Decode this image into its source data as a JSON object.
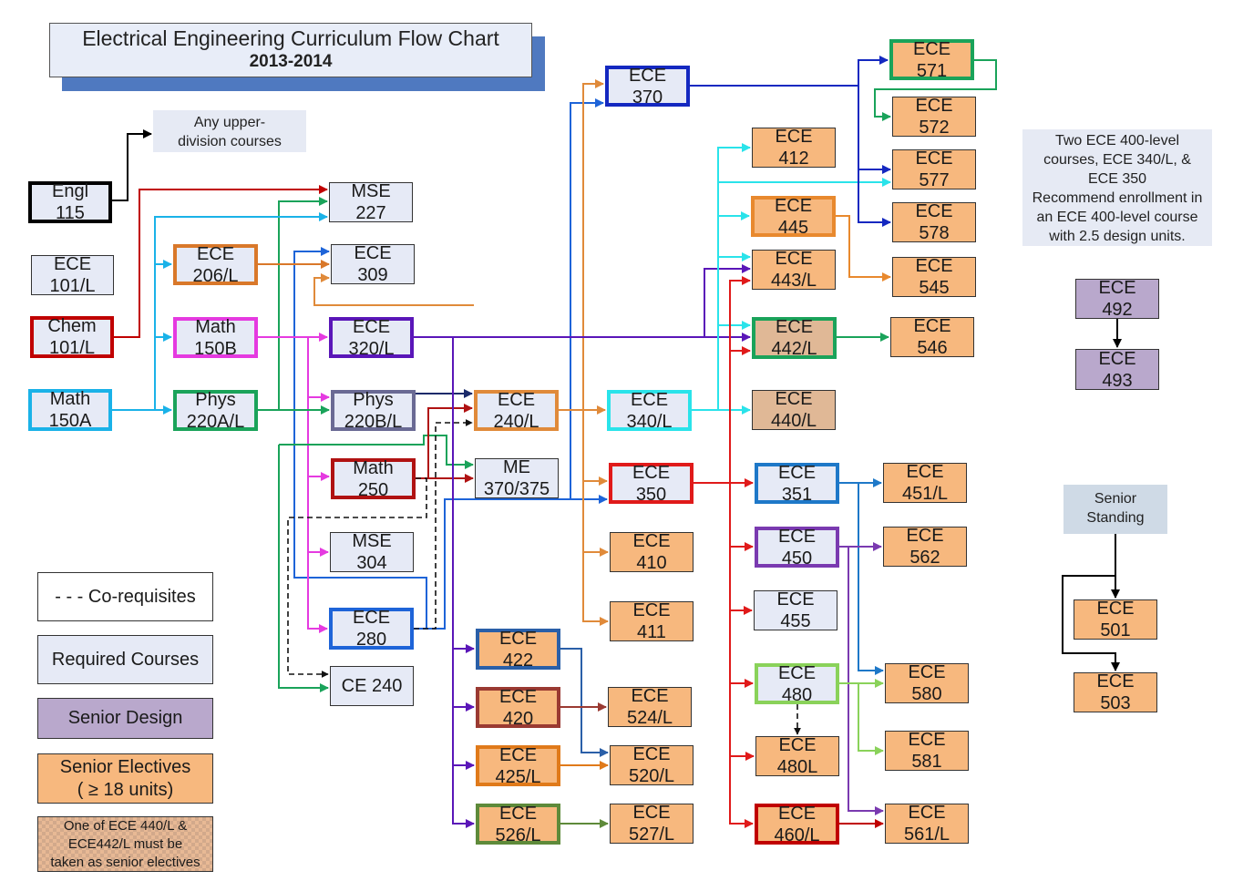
{
  "title": {
    "main": "Electrical Engineering Curriculum Flow Chart",
    "sub": "2013-2014",
    "shadow_color": "#4f79c0"
  },
  "notes": {
    "upper_division": "Any upper-division courses",
    "senior_design_prereq": [
      "Two ECE 400-level",
      "courses, ECE 340/L, &",
      "ECE 350",
      "Recommend enrollment in",
      "an ECE 400-level course",
      "with 2.5 design units."
    ],
    "senior_standing": [
      "Senior",
      "Standing"
    ]
  },
  "legend": {
    "corequisites": "- - - Co-requisites",
    "required": "Required Courses",
    "senior_design": "Senior Design",
    "senior_electives": [
      "Senior Electives",
      "( ≥ 18 units)"
    ],
    "special": [
      "One of ECE 440/L &",
      "ECE442/L must be",
      "taken as senior electives"
    ]
  },
  "colors": {
    "required_fill": "#e6eaf6",
    "elective_fill": "#f7b87e",
    "special_fill": "#e0b896",
    "design_fill": "#b9a8cc",
    "note_fill": "#e6eaf4",
    "standing_fill": "#cfdae6"
  },
  "courses": [
    {
      "id": "engl115",
      "l1": "Engl",
      "l2": "115",
      "type": "req",
      "border": "#000000"
    },
    {
      "id": "ece101",
      "l1": "ECE",
      "l2": "101/L",
      "type": "req",
      "border": "#333333"
    },
    {
      "id": "chem101",
      "l1": "Chem",
      "l2": "101/L",
      "type": "req",
      "border": "#c00000"
    },
    {
      "id": "math150a",
      "l1": "Math",
      "l2": "150A",
      "type": "req",
      "border": "#1ab2e8"
    },
    {
      "id": "ece206",
      "l1": "ECE",
      "l2": "206/L",
      "type": "req",
      "border": "#d9782a"
    },
    {
      "id": "math150b",
      "l1": "Math",
      "l2": "150B",
      "type": "req",
      "border": "#e53ae0"
    },
    {
      "id": "phys220a",
      "l1": "Phys",
      "l2": "220A/L",
      "type": "req",
      "border": "#1aa35a"
    },
    {
      "id": "mse227",
      "l1": "MSE",
      "l2": "227",
      "type": "req",
      "border": "#333333"
    },
    {
      "id": "ece309",
      "l1": "ECE",
      "l2": "309",
      "type": "req",
      "border": "#333333"
    },
    {
      "id": "ece320",
      "l1": "ECE",
      "l2": "320/L",
      "type": "req",
      "border": "#5a16b8"
    },
    {
      "id": "phys220b",
      "l1": "Phys",
      "l2": "220B/L",
      "type": "req",
      "border": "#6a6a94"
    },
    {
      "id": "math250",
      "l1": "Math",
      "l2": "250",
      "type": "req",
      "border": "#b01212"
    },
    {
      "id": "mse304",
      "l1": "MSE",
      "l2": "304",
      "type": "req",
      "border": "#333333"
    },
    {
      "id": "ece280",
      "l1": "ECE",
      "l2": "280",
      "type": "req",
      "border": "#1e64d8"
    },
    {
      "id": "ce240",
      "l1": "CE 240",
      "l2": "",
      "type": "req",
      "border": "#333333"
    },
    {
      "id": "ece240",
      "l1": "ECE",
      "l2": "240/L",
      "type": "req",
      "border": "#e08a3a"
    },
    {
      "id": "me370",
      "l1": "ME",
      "l2": "370/375",
      "type": "req",
      "border": "#333333"
    },
    {
      "id": "ece370",
      "l1": "ECE",
      "l2": "370",
      "type": "req",
      "border": "#1428c0"
    },
    {
      "id": "ece340",
      "l1": "ECE",
      "l2": "340/L",
      "type": "req",
      "border": "#2ae3ea"
    },
    {
      "id": "ece350",
      "l1": "ECE",
      "l2": "350",
      "type": "req",
      "border": "#e01a1a"
    },
    {
      "id": "ece410",
      "l1": "ECE",
      "l2": "410",
      "type": "elec",
      "border": "#333333"
    },
    {
      "id": "ece411",
      "l1": "ECE",
      "l2": "411",
      "type": "elec",
      "border": "#333333"
    },
    {
      "id": "ece422",
      "l1": "ECE",
      "l2": "422",
      "type": "elec",
      "border": "#2a5fa8"
    },
    {
      "id": "ece420",
      "l1": "ECE",
      "l2": "420",
      "type": "elec",
      "border": "#9a3a32"
    },
    {
      "id": "ece425",
      "l1": "ECE",
      "l2": "425/L",
      "type": "elec",
      "border": "#e07a1a"
    },
    {
      "id": "ece526",
      "l1": "ECE",
      "l2": "526/L",
      "type": "elec",
      "border": "#5e8a3a"
    },
    {
      "id": "ece524",
      "l1": "ECE",
      "l2": "524/L",
      "type": "elec",
      "border": "#333333"
    },
    {
      "id": "ece520",
      "l1": "ECE",
      "l2": "520/L",
      "type": "elec",
      "border": "#333333"
    },
    {
      "id": "ece527",
      "l1": "ECE",
      "l2": "527/L",
      "type": "elec",
      "border": "#333333"
    },
    {
      "id": "ece412",
      "l1": "ECE",
      "l2": "412",
      "type": "elec",
      "border": "#333333"
    },
    {
      "id": "ece445",
      "l1": "ECE",
      "l2": "445",
      "type": "elec",
      "border": "#e8892e"
    },
    {
      "id": "ece443",
      "l1": "ECE",
      "l2": "443/L",
      "type": "elec",
      "border": "#333333"
    },
    {
      "id": "ece442",
      "l1": "ECE",
      "l2": "442/L",
      "type": "elec-sp",
      "border": "#1aa35a"
    },
    {
      "id": "ece440",
      "l1": "ECE",
      "l2": "440/L",
      "type": "elec-sp",
      "border": "#333333"
    },
    {
      "id": "ece351",
      "l1": "ECE",
      "l2": "351",
      "type": "req",
      "border": "#1e78c8"
    },
    {
      "id": "ece450",
      "l1": "ECE",
      "l2": "450",
      "type": "req",
      "border": "#7a3ab0"
    },
    {
      "id": "ece455",
      "l1": "ECE",
      "l2": "455",
      "type": "req",
      "border": "#333333"
    },
    {
      "id": "ece480",
      "l1": "ECE",
      "l2": "480",
      "type": "req",
      "border": "#8ad25a"
    },
    {
      "id": "ece480l",
      "l1": "ECE",
      "l2": "480L",
      "type": "elec",
      "border": "#333333"
    },
    {
      "id": "ece460",
      "l1": "ECE",
      "l2": "460/L",
      "type": "elec",
      "border": "#c00000"
    },
    {
      "id": "ece571",
      "l1": "ECE",
      "l2": "571",
      "type": "elec",
      "border": "#1aa35a"
    },
    {
      "id": "ece572",
      "l1": "ECE",
      "l2": "572",
      "type": "elec",
      "border": "#333333"
    },
    {
      "id": "ece577",
      "l1": "ECE",
      "l2": "577",
      "type": "elec",
      "border": "#333333"
    },
    {
      "id": "ece578",
      "l1": "ECE",
      "l2": "578",
      "type": "elec",
      "border": "#333333"
    },
    {
      "id": "ece545",
      "l1": "ECE",
      "l2": "545",
      "type": "elec",
      "border": "#333333"
    },
    {
      "id": "ece546",
      "l1": "ECE",
      "l2": "546",
      "type": "elec",
      "border": "#333333"
    },
    {
      "id": "ece451",
      "l1": "ECE",
      "l2": "451/L",
      "type": "elec",
      "border": "#333333"
    },
    {
      "id": "ece562",
      "l1": "ECE",
      "l2": "562",
      "type": "elec",
      "border": "#333333"
    },
    {
      "id": "ece580",
      "l1": "ECE",
      "l2": "580",
      "type": "elec",
      "border": "#333333"
    },
    {
      "id": "ece581",
      "l1": "ECE",
      "l2": "581",
      "type": "elec",
      "border": "#333333"
    },
    {
      "id": "ece561",
      "l1": "ECE",
      "l2": "561/L",
      "type": "elec",
      "border": "#333333"
    },
    {
      "id": "ece492",
      "l1": "ECE",
      "l2": "492",
      "type": "design",
      "border": "#333333"
    },
    {
      "id": "ece493",
      "l1": "ECE",
      "l2": "493",
      "type": "design",
      "border": "#333333"
    },
    {
      "id": "ece501",
      "l1": "ECE",
      "l2": "501",
      "type": "elec",
      "border": "#333333"
    },
    {
      "id": "ece503",
      "l1": "ECE",
      "l2": "503",
      "type": "elec",
      "border": "#333333"
    }
  ],
  "prerequisites": [
    {
      "from": "engl115",
      "to": "upper-division",
      "color": "#000000"
    },
    {
      "from": "chem101",
      "to": "mse227",
      "color": "#c00000"
    },
    {
      "from": "phys220a",
      "to": "mse227",
      "color": "#1aa35a"
    },
    {
      "from": "math150a",
      "to": "mse227",
      "color": "#1ab2e8"
    },
    {
      "from": "math150a",
      "to": "ece206",
      "color": "#1ab2e8"
    },
    {
      "from": "math150a",
      "to": "math150b",
      "color": "#1ab2e8"
    },
    {
      "from": "math150a",
      "to": "phys220a",
      "color": "#1ab2e8"
    },
    {
      "from": "ece280",
      "to": "ece309",
      "color": "#1e64d8"
    },
    {
      "from": "ece206",
      "to": "ece309",
      "color": "#d9782a"
    },
    {
      "from": "ece240",
      "to": "ece309",
      "color": "#e08a3a"
    },
    {
      "from": "math150b",
      "to": "ece320",
      "color": "#e53ae0"
    },
    {
      "from": "math150b",
      "to": "phys220b",
      "color": "#e53ae0"
    },
    {
      "from": "math150b",
      "to": "math250",
      "color": "#e53ae0"
    },
    {
      "from": "math150b",
      "to": "mse304",
      "color": "#e53ae0"
    },
    {
      "from": "math150b",
      "to": "ece280",
      "color": "#e53ae0"
    },
    {
      "from": "phys220a",
      "to": "phys220b",
      "color": "#1aa35a"
    },
    {
      "from": "phys220a",
      "to": "me370",
      "color": "#1aa35a"
    },
    {
      "from": "phys220a",
      "to": "ce240",
      "color": "#1aa35a"
    },
    {
      "from": "phys220b",
      "to": "ece240",
      "color": "#1a2a6a"
    },
    {
      "from": "math250",
      "to": "ece240",
      "color": "#b01212"
    },
    {
      "from": "math250",
      "to": "me370",
      "color": "#b01212"
    },
    {
      "from": "ece280",
      "to": "ece370",
      "color": "#1e64d8"
    },
    {
      "from": "ece280",
      "to": "ece350",
      "color": "#1e64d8"
    },
    {
      "from": "ece240",
      "to": "ece370",
      "color": "#e08a3a"
    },
    {
      "from": "ece240",
      "to": "ece340",
      "color": "#e08a3a"
    },
    {
      "from": "ece240",
      "to": "ece350",
      "color": "#e08a3a"
    },
    {
      "from": "ece240",
      "to": "ece410",
      "color": "#e08a3a"
    },
    {
      "from": "ece240",
      "to": "ece411",
      "color": "#e08a3a"
    },
    {
      "from": "ece320",
      "to": "ece443",
      "color": "#5a16b8"
    },
    {
      "from": "ece320",
      "to": "ece442",
      "color": "#5a16b8"
    },
    {
      "from": "ece320",
      "to": "ece422",
      "color": "#5a16b8"
    },
    {
      "from": "ece320",
      "to": "ece420",
      "color": "#5a16b8"
    },
    {
      "from": "ece320",
      "to": "ece425",
      "color": "#5a16b8"
    },
    {
      "from": "ece320",
      "to": "ece526",
      "color": "#5a16b8"
    },
    {
      "from": "ece422",
      "to": "ece520",
      "color": "#2a5fa8"
    },
    {
      "from": "ece420",
      "to": "ece524",
      "color": "#9a3a32"
    },
    {
      "from": "ece425",
      "to": "ece520",
      "color": "#e07a1a"
    },
    {
      "from": "ece526",
      "to": "ece527",
      "color": "#5e8a3a"
    },
    {
      "from": "ece340",
      "to": "ece412",
      "color": "#2ae3ea"
    },
    {
      "from": "ece340",
      "to": "ece577",
      "color": "#2ae3ea"
    },
    {
      "from": "ece340",
      "to": "ece445",
      "color": "#2ae3ea"
    },
    {
      "from": "ece340",
      "to": "ece443",
      "color": "#2ae3ea"
    },
    {
      "from": "ece340",
      "to": "ece442",
      "color": "#2ae3ea"
    },
    {
      "from": "ece340",
      "to": "ece440",
      "color": "#2ae3ea"
    },
    {
      "from": "ece350",
      "to": "ece443",
      "color": "#e01a1a"
    },
    {
      "from": "ece350",
      "to": "ece442",
      "color": "#e01a1a"
    },
    {
      "from": "ece350",
      "to": "ece351",
      "color": "#e01a1a"
    },
    {
      "from": "ece350",
      "to": "ece450",
      "color": "#e01a1a"
    },
    {
      "from": "ece350",
      "to": "ece455",
      "color": "#e01a1a"
    },
    {
      "from": "ece350",
      "to": "ece480",
      "color": "#e01a1a"
    },
    {
      "from": "ece350",
      "to": "ece480l",
      "color": "#e01a1a"
    },
    {
      "from": "ece350",
      "to": "ece460",
      "color": "#e01a1a"
    },
    {
      "from": "ece370",
      "to": "ece571",
      "color": "#1428c0"
    },
    {
      "from": "ece370",
      "to": "ece577",
      "color": "#1428c0"
    },
    {
      "from": "ece370",
      "to": "ece578",
      "color": "#1428c0"
    },
    {
      "from": "ece571",
      "to": "ece572",
      "color": "#1aa35a"
    },
    {
      "from": "ece445",
      "to": "ece545",
      "color": "#e8892e"
    },
    {
      "from": "ece442",
      "to": "ece546",
      "color": "#1aa35a"
    },
    {
      "from": "ece351",
      "to": "ece451",
      "color": "#1e78c8"
    },
    {
      "from": "ece351",
      "to": "ece580",
      "color": "#1e78c8"
    },
    {
      "from": "ece450",
      "to": "ece562",
      "color": "#7a3ab0"
    },
    {
      "from": "ece450",
      "to": "ece561",
      "color": "#7a3ab0"
    },
    {
      "from": "ece480",
      "to": "ece580",
      "color": "#8ad25a"
    },
    {
      "from": "ece480",
      "to": "ece581",
      "color": "#8ad25a"
    },
    {
      "from": "ece460",
      "to": "ece561",
      "color": "#c00000"
    },
    {
      "from": "ece492",
      "to": "ece493",
      "color": "#000000"
    },
    {
      "from": "senior-standing",
      "to": "ece501",
      "color": "#000000"
    },
    {
      "from": "senior-standing",
      "to": "ece503",
      "color": "#000000"
    }
  ],
  "corequisites": [
    {
      "from": "ece280",
      "to": "ece240"
    },
    {
      "from": "math250",
      "to": "ce240"
    },
    {
      "from": "ece480",
      "to": "ece480l"
    }
  ]
}
